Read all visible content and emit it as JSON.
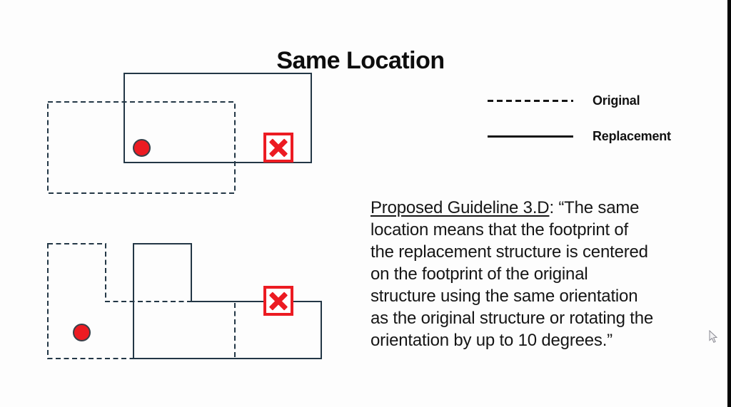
{
  "slide": {
    "title": "Same Location"
  },
  "colors": {
    "diagram_line": "#233746",
    "legend_line": "#141414",
    "accent_red": "#ec1b22",
    "text": "#161616",
    "background": "#fdfdfd",
    "screen_edge": "#060606"
  },
  "legend": {
    "items": [
      {
        "style": "dashed",
        "label": "Original"
      },
      {
        "style": "solid",
        "label": "Replacement"
      }
    ]
  },
  "guideline": {
    "heading": "Proposed Guideline 3.D",
    "line1_rest": ": “The same",
    "lines": [
      "location means that the footprint of",
      "the replacement structure is centered",
      "on the footprint of the original",
      "structure using the same orientation",
      "as the original structure or rotating the",
      "orientation by up to 10 degrees.”"
    ]
  },
  "icons": {
    "center_marker": "red-dot",
    "rejected_marker": "red-x-box",
    "cursor": "arrow-pointer"
  }
}
